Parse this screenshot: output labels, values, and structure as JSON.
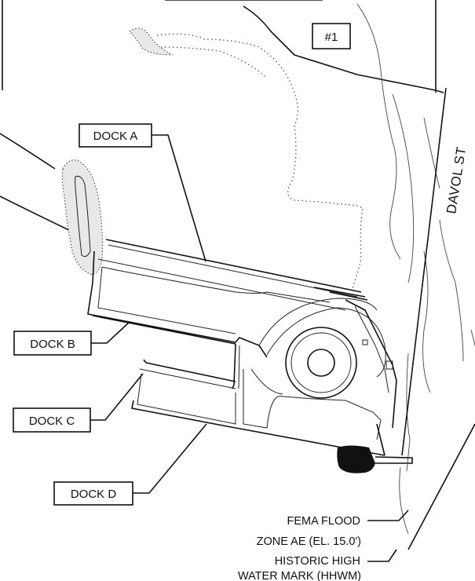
{
  "map_number": "#1",
  "street_name": "DAVOL ST",
  "docks": {
    "a": "DOCK A",
    "b": "DOCK B",
    "c": "DOCK C",
    "d": "DOCK D"
  },
  "annotations": {
    "fema_line1": "FEMA FLOOD",
    "fema_line2": "ZONE AE (EL. 15.0')",
    "hhwm_line1": "HISTORIC HIGH",
    "hhwm_line2": "WATER MARK (HHWM)"
  }
}
